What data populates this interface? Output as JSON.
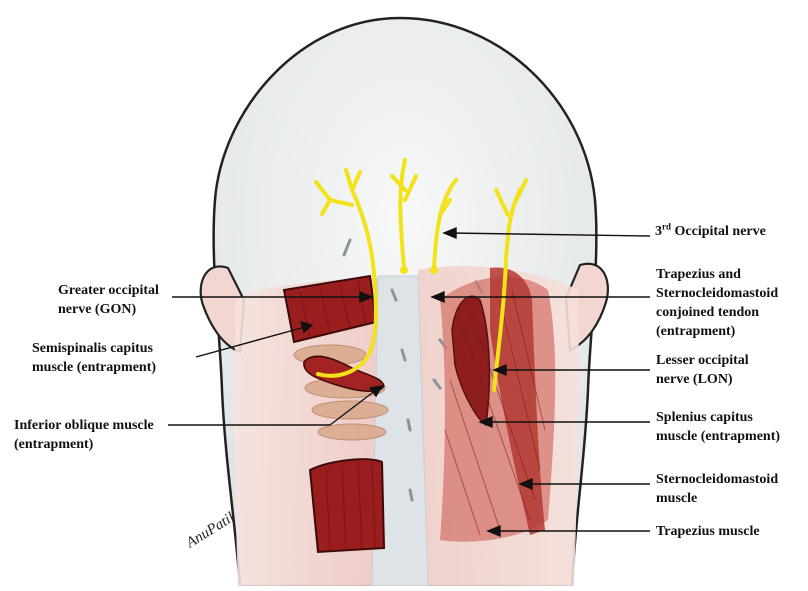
{
  "labels": {
    "third_occipital": {
      "sup_prefix": "3",
      "sup": "rd",
      "text": " Occipital nerve"
    },
    "gon": {
      "line1": "Greater occipital",
      "line2": "nerve (GON)"
    },
    "semispinalis": {
      "line1": "Semispinalis capitus",
      "line2": "muscle (entrapment)"
    },
    "inferior_oblique": {
      "line1": "Inferior oblique muscle",
      "line2": "(entrapment)"
    },
    "trapezius_scm_tendon": {
      "line1": "Trapezius and",
      "line2": "Sternocleidomastoid",
      "line3": "conjoined tendon",
      "line4": "(entrapment)"
    },
    "lon": {
      "line1": "Lesser occipital",
      "line2": "nerve (LON)"
    },
    "splenius": {
      "line1": "Splenius capitus",
      "line2": "muscle (entrapment)"
    },
    "scm": {
      "line1": "Sternocleidomastoid",
      "line2": "muscle"
    },
    "trapezius": {
      "line1": "Trapezius muscle"
    }
  },
  "signature": "AnuPatil",
  "colors": {
    "nerve": "#f2e21a",
    "muscle": "#9b1e1e",
    "muscle_light": "#c0392b",
    "skin": "#f4d9d4",
    "scalp": "#e9eceb",
    "outline": "#222222"
  }
}
